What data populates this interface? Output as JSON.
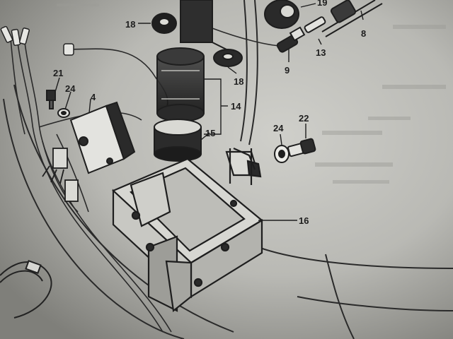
{
  "callouts": {
    "c18a": "18",
    "c19": "19",
    "c8": "8",
    "c13": "13",
    "c9": "9",
    "c18b": "18",
    "c21": "21",
    "c24a": "24",
    "c4": "4",
    "c14": "14",
    "c15": "15",
    "c24b": "24",
    "c22": "22",
    "c16": "16"
  },
  "colors": {
    "paper_light": "#c9c9c4",
    "paper_dark": "#8f8f8a",
    "ink": "#1e1e1e"
  }
}
